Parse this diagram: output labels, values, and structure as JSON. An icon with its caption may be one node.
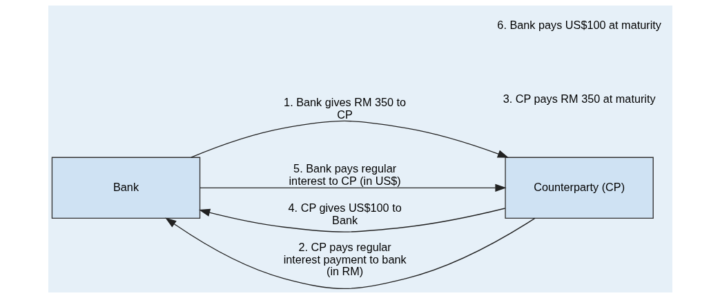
{
  "diagram": {
    "nodes": [
      {
        "text": [
          "Bank"
        ]
      },
      {
        "text": [
          "Counterparty (CP)"
        ]
      }
    ],
    "edges": [
      {
        "from": 0,
        "to": 1,
        "arrow": "to",
        "label": "1. Bank gives RM 350 to CP"
      },
      {
        "from": 1,
        "to": 0,
        "arrow": "to",
        "label": "4. CP gives US$100 to Bank"
      },
      {
        "from": 1,
        "to": 0,
        "arrow": "to",
        "label": "2. CP pays regular interest payment to bank (in RM)"
      },
      {
        "from": 0,
        "to": 1,
        "arrow": "to",
        "label": "5. Bank pays regular interest to CP (in US$)"
      }
    ],
    "labels": [
      "3. CP pays RM 350 at maturity",
      "6. Bank pays US$100 at maturity"
    ]
  }
}
